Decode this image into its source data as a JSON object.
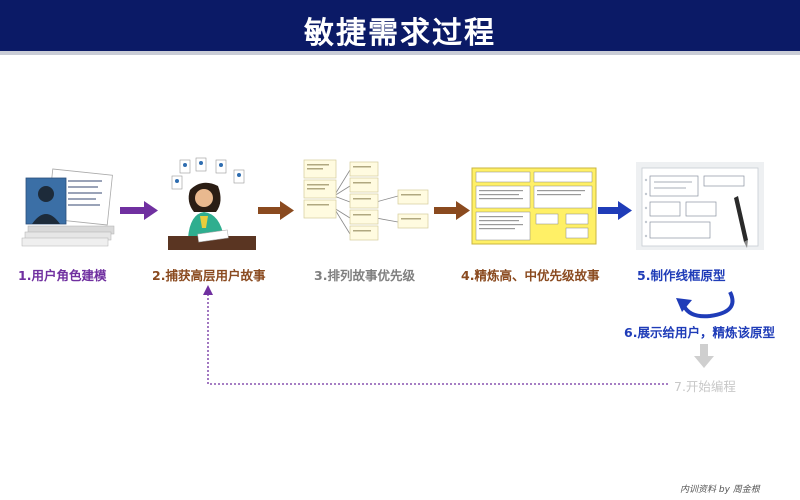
{
  "title": "敏捷需求过程",
  "steps": [
    {
      "label": "1.用户角色建模"
    },
    {
      "label": "2.捕获高层用户故事"
    },
    {
      "label": "3.排列故事优先级"
    },
    {
      "label": "4.精炼高、中优先级故事"
    },
    {
      "label": "5.制作线框原型"
    },
    {
      "label": "6.展示给用户，精炼该原型"
    },
    {
      "label": "7.开始编程"
    }
  ],
  "footer": "内训资料 by 周金根",
  "colors": {
    "title_bg": "#0b1a66",
    "arrow_purple": "#7030a0",
    "arrow_brown": "#8a4a1f",
    "arrow_blue": "#1f3cb8",
    "arrow_gray": "#c8c8c8"
  }
}
